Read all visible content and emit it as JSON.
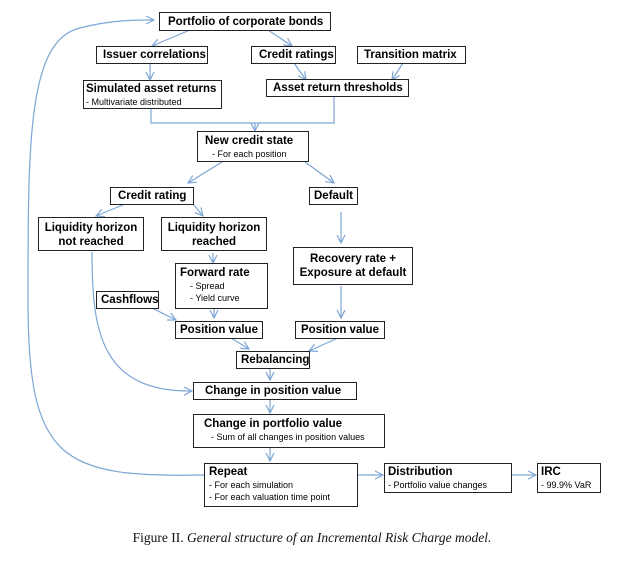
{
  "nodes": {
    "portfolio": {
      "title": "Portfolio of corporate bonds"
    },
    "issuer_corr": {
      "title": "Issuer correlations"
    },
    "credit_ratings": {
      "title": "Credit ratings"
    },
    "transition_matrix": {
      "title": "Transition matrix"
    },
    "sim_returns": {
      "title": "Simulated asset returns",
      "sub": [
        "- Multivariate distributed"
      ]
    },
    "thresholds": {
      "title": "Asset return thresholds"
    },
    "new_state": {
      "title": "New credit state",
      "sub": [
        "- For each position"
      ]
    },
    "credit_rating": {
      "title": "Credit rating"
    },
    "default": {
      "title": "Default"
    },
    "lh_not": {
      "title1": "Liquidity horizon",
      "title2": "not reached"
    },
    "lh_reached": {
      "title1": "Liquidity horizon",
      "title2": "reached"
    },
    "recovery": {
      "title1": "Recovery rate +",
      "title2": "Exposure at default"
    },
    "forward": {
      "title": "Forward rate",
      "sub": [
        "- Spread",
        "- Yield curve"
      ]
    },
    "cashflows": {
      "title": "Cashflows"
    },
    "pos_value_left": {
      "title": "Position value"
    },
    "pos_value_right": {
      "title": "Position value"
    },
    "rebalancing": {
      "title": "Rebalancing"
    },
    "change_pos": {
      "title": "Change in position value"
    },
    "change_port": {
      "title": "Change in portfolio value",
      "sub": [
        "- Sum of all changes in position values"
      ]
    },
    "repeat": {
      "title": "Repeat",
      "sub": [
        "- For each simulation",
        "- For each valuation time point"
      ]
    },
    "distribution": {
      "title": "Distribution",
      "sub": [
        "- Portfolio value changes"
      ]
    },
    "irc": {
      "title": "IRC",
      "sub": [
        "- 99.9% VaR"
      ]
    }
  },
  "caption": {
    "prefix": "Figure II.",
    "text": "General structure of an Incremental Risk Charge model."
  },
  "colors": {
    "arrow": "#7ea6d6",
    "border": "#222222"
  }
}
